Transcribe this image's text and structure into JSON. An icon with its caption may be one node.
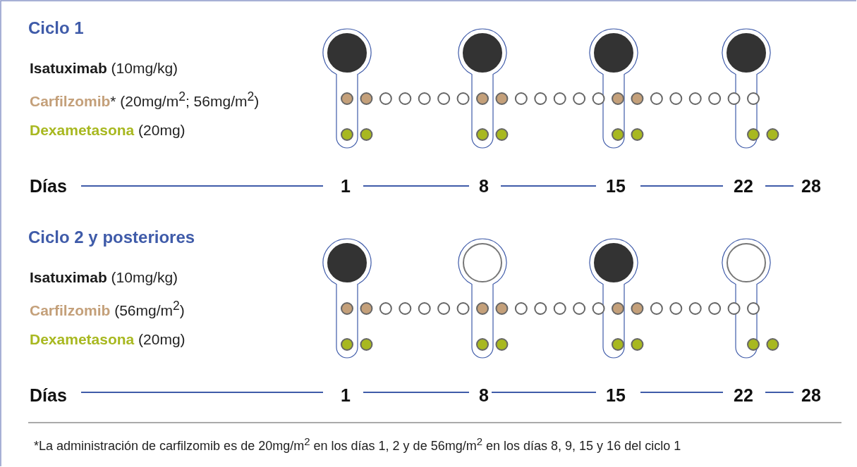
{
  "diagram": {
    "caption": "*La administración de carfilzomib es de 20mg/m$^{2}$ en los días 1, 2 y de 56mg/m$^{2}$ en los días 8, 9, 15 y 16 del ciclo 1",
    "labels": [
      "Ciclo 1",
      "**Isatuximab** (10mg/kg)",
      "**Carfilzomib*** (20mg/m$^{2}$; 56mg/m$^{2}$)",
      "**Dexametasona** (20mg)",
      "Días",
      "1",
      "8",
      "15",
      "22",
      "28",
      "Ciclo 2 y posteriores",
      "**Isatuximab** (10mg/kg)",
      "**Carfilzomib** (56mg/m$^{2}$)",
      "**Dexametasona** (20mg)",
      "Días",
      "1",
      "8",
      "15",
      "22",
      "28"
    ]
  }
}
